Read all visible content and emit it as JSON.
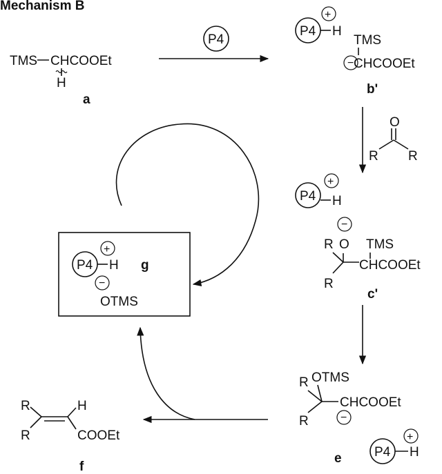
{
  "title": "Mechanism B",
  "reagent_p4": "P4",
  "plus": "+",
  "minus": "−",
  "compounds": {
    "a": {
      "label": "a",
      "left": "TMS",
      "main": "CHCOOEt",
      "h": "H"
    },
    "b_prime": {
      "label": "b'",
      "h": "H",
      "tms": "TMS",
      "ester": "CHCOOEt"
    },
    "ketone": {
      "o": "O",
      "r1": "R",
      "r2": "R"
    },
    "c_prime": {
      "label": "c'",
      "h": "H",
      "r1": "R",
      "o": "O",
      "tms": "TMS",
      "ester": "CHCOOEt",
      "r2": "R"
    },
    "e": {
      "label": "e",
      "otms": "OTMS",
      "r1": "R",
      "ester": "CHCOOEt",
      "r2": "R",
      "h": "H"
    },
    "f": {
      "label": "f",
      "r1": "R",
      "r2": "R",
      "h": "H",
      "ester": "COOEt"
    },
    "g": {
      "label": "g",
      "h": "H",
      "otms": "OTMS"
    }
  }
}
